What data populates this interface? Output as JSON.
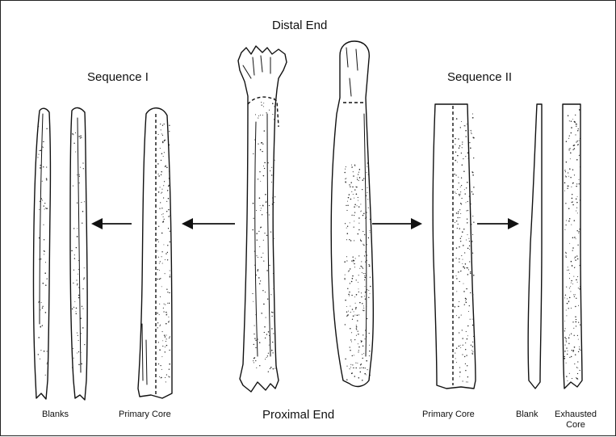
{
  "labels": {
    "distal_end": "Distal End",
    "proximal_end": "Proximal End",
    "sequence_1": "Sequence I",
    "sequence_2": "Sequence II",
    "blanks": "Blanks",
    "primary_core_left": "Primary Core",
    "primary_core_right": "Primary Core",
    "blank": "Blank",
    "exhausted_core_line1": "Exhausted",
    "exhausted_core_line2": "Core"
  }
}
